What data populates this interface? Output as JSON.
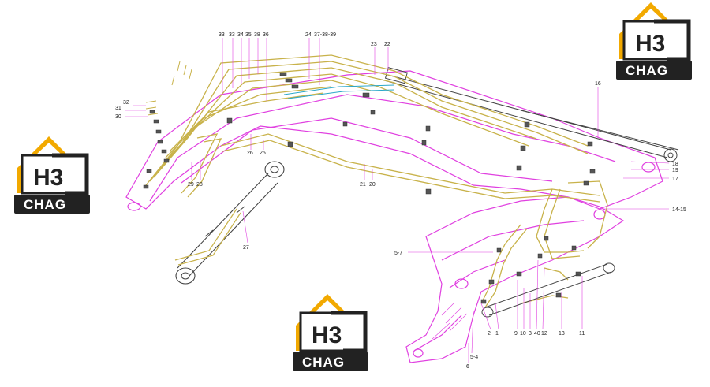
{
  "colors": {
    "frame": "#e040e0",
    "hose": "#c8b24a",
    "hose_dark": "#555555",
    "cylinder": "#444444",
    "cyan_line": "#2aa7c9",
    "logo_gold": "#f2a900",
    "logo_dark": "#222222"
  },
  "logo": {
    "mark": "H3",
    "sub": "CHAG"
  },
  "labels": {
    "l33a": "33",
    "l33b": "33",
    "l34": "34",
    "l35": "35",
    "l38": "38",
    "l36": "36",
    "l24": "24",
    "l37_39": "37-38-39",
    "l23": "23",
    "l22": "22",
    "l32": "32",
    "l31": "31",
    "l30": "30",
    "l16": "16",
    "l26": "26",
    "l25": "25",
    "l21": "21",
    "l20": "20",
    "l29": "29",
    "l28": "28",
    "l27": "27",
    "l18": "18",
    "l19": "19",
    "l17": "17",
    "l14_15": "14-15",
    "l5_7": "5-7",
    "l2": "2",
    "l1": "1",
    "l9": "9",
    "l10": "10",
    "l3": "3",
    "l40": "40",
    "l12": "12",
    "l13": "13",
    "l11": "11",
    "l5_4": "5-4",
    "l6": "6"
  }
}
